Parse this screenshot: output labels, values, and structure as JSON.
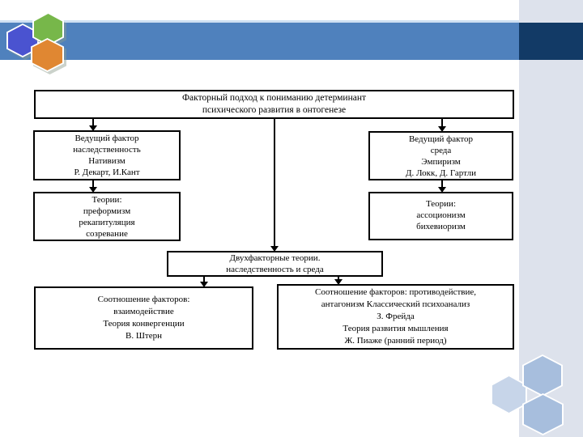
{
  "slide": {
    "colors": {
      "accent_bar": "#4f81bd",
      "accent_bar_dark": "#123a66",
      "accent_bar_highlight": "#cfe0f2",
      "side_panel": "#dde2ec",
      "box_border": "#000000",
      "box_background": "#ffffff",
      "logo_hex_blue": "#4a53d0",
      "logo_hex_green": "#77b74a",
      "logo_hex_orange": "#e08732",
      "decor_hex": "#a7bedd",
      "decor_hex_light": "#c7d5e9"
    }
  },
  "diagram": {
    "title_box": {
      "lines": [
        "Факторный подход к пониманию детерминант",
        "психического развития в онтогенезе"
      ]
    },
    "left_factor_box": {
      "lines": [
        "Ведущий фактор",
        "наследственность",
        "Нативизм",
        "Р. Декарт, И.Кант"
      ]
    },
    "right_factor_box": {
      "lines": [
        "Ведущий фактор",
        "среда",
        "Эмпиризм",
        "Д. Локк, Д. Гартли"
      ]
    },
    "left_theories_box": {
      "lines": [
        "Теории:",
        "преформизм",
        "рекапитуляция",
        "созревание"
      ]
    },
    "right_theories_box": {
      "lines": [
        "Теории:",
        "ассоционизм",
        "бихевиоризм"
      ]
    },
    "two_factor_box": {
      "lines": [
        "Двухфакторные теории.",
        "наследственность и среда"
      ]
    },
    "bottom_left_box": {
      "lines": [
        "Соотношение факторов:",
        "взаимодействие",
        "Теория конвергенции",
        "В. Штерн"
      ]
    },
    "bottom_right_box": {
      "lines": [
        "Соотношение факторов: противодействие,",
        "антагонизм Классический психоанализ",
        "З. Фрейда",
        "Теория развития мышления",
        "Ж. Пиаже (ранний период)"
      ]
    }
  }
}
